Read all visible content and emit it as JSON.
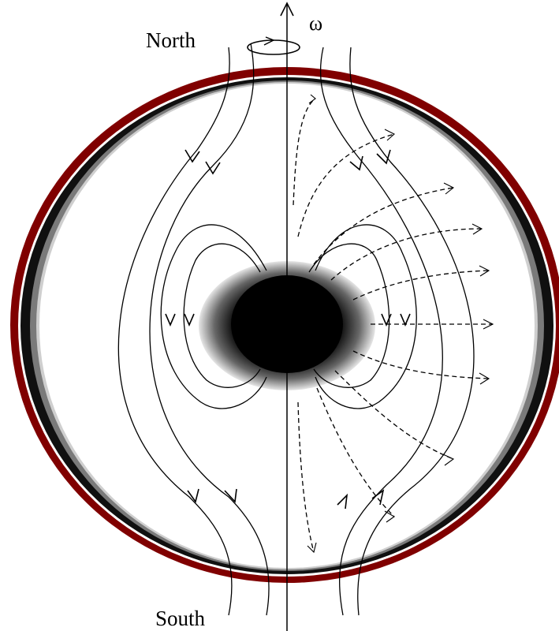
{
  "labels": {
    "north": "North",
    "south": "South",
    "rotation": "ω"
  },
  "colors": {
    "outer_shell": "#800000",
    "dark_band": "#111111",
    "core": "#000000",
    "background": "#ffffff"
  }
}
